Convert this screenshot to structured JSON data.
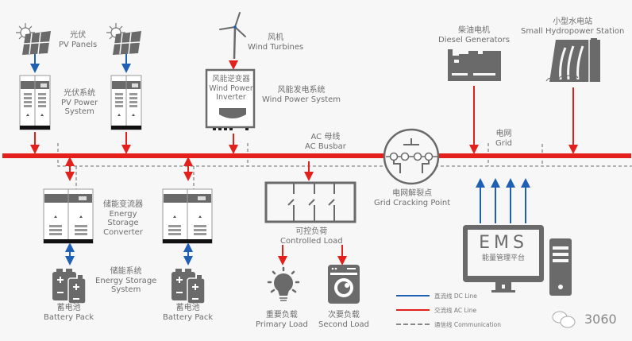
{
  "colors": {
    "ac_line": "#e4201c",
    "dc_line": "#1f5fb4",
    "communication": "#888888",
    "icon_gray": "#6a6a6a",
    "background": "#f7f7f7"
  },
  "components": {
    "pv_panels": {
      "zh": "光伏",
      "en": "PV Panels",
      "icon": "solar-panel-icon"
    },
    "pv_system": {
      "zh": "光伏系统",
      "en1": "PV Power",
      "en2": "System",
      "icon": "inverter-cabinet-icon"
    },
    "wind_turbines": {
      "zh": "风机",
      "en": "Wind Turbines",
      "icon": "wind-turbine-icon"
    },
    "wind_inverter": {
      "zh": "风能逆变器",
      "en1": "Wind Power",
      "en2": "Inverter"
    },
    "wind_system": {
      "zh": "风能发电系统",
      "en": "Wind Power System"
    },
    "diesel": {
      "zh": "柴油电机",
      "en": "Diesel Generators",
      "icon": "diesel-generator-icon"
    },
    "hydro": {
      "zh": "小型水电站",
      "en": "Small Hydropower Station",
      "icon": "hydropower-dam-icon"
    },
    "ac_busbar": {
      "zh": "AC 母线",
      "en": "AC Busbar"
    },
    "grid": {
      "zh": "电网",
      "en": "Grid"
    },
    "grid_point": {
      "zh": "电网解裂点",
      "en": "Grid Cracking Point",
      "icon": "circuit-breaker-icon"
    },
    "storage_converter": {
      "zh": "储能变流器",
      "en1": "Energy",
      "en2": "Storage",
      "en3": "Converter"
    },
    "storage_system": {
      "zh": "储能系统",
      "en1": "Energy Storage",
      "en2": "System"
    },
    "battery_pack": {
      "zh": "蓄电池",
      "en": "Battery Pack",
      "icon": "battery-icon"
    },
    "controlled_load": {
      "zh": "可控负荷",
      "en": "Controlled Load",
      "icon": "switch-panel-icon"
    },
    "primary_load": {
      "zh": "重要负载",
      "en": "Primary Load",
      "icon": "light-bulb-icon"
    },
    "second_load": {
      "zh": "次要负载",
      "en": "Second Load",
      "icon": "washing-machine-icon"
    },
    "ems": {
      "title": "EMS",
      "subtitle": "能量管理平台",
      "icon": "computer-monitor-icon"
    }
  },
  "legend": [
    {
      "label": "直流线 DC Line",
      "type": "dc"
    },
    {
      "label": "交流线 AC Line",
      "type": "ac"
    },
    {
      "label": "通信线 Communication",
      "type": "comm"
    }
  ],
  "watermark": {
    "text": "3060",
    "icon": "wechat-icon"
  }
}
